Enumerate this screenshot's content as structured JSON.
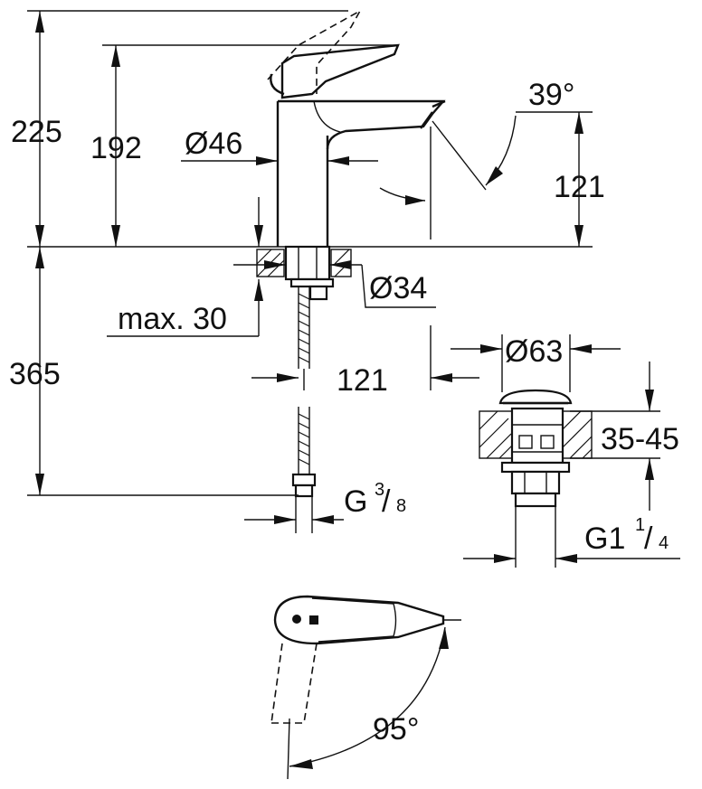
{
  "dimensions": {
    "total_height": "225",
    "spout_height": "192",
    "body_diameter": "Ø46",
    "outlet_height": "121",
    "spout_angle": "39°",
    "shank_diameter": "Ø34",
    "max_thickness": "max. 30",
    "below_deck": "365",
    "spout_reach": "121",
    "hose_thread_main": "G",
    "hose_thread_num": "3",
    "hose_thread_den": "8",
    "waste_diameter": "Ø63",
    "deck_thickness": "35-45",
    "waste_thread_main": "G1",
    "waste_thread_num": "1",
    "waste_thread_den": "4",
    "swivel_angle": "95°"
  }
}
